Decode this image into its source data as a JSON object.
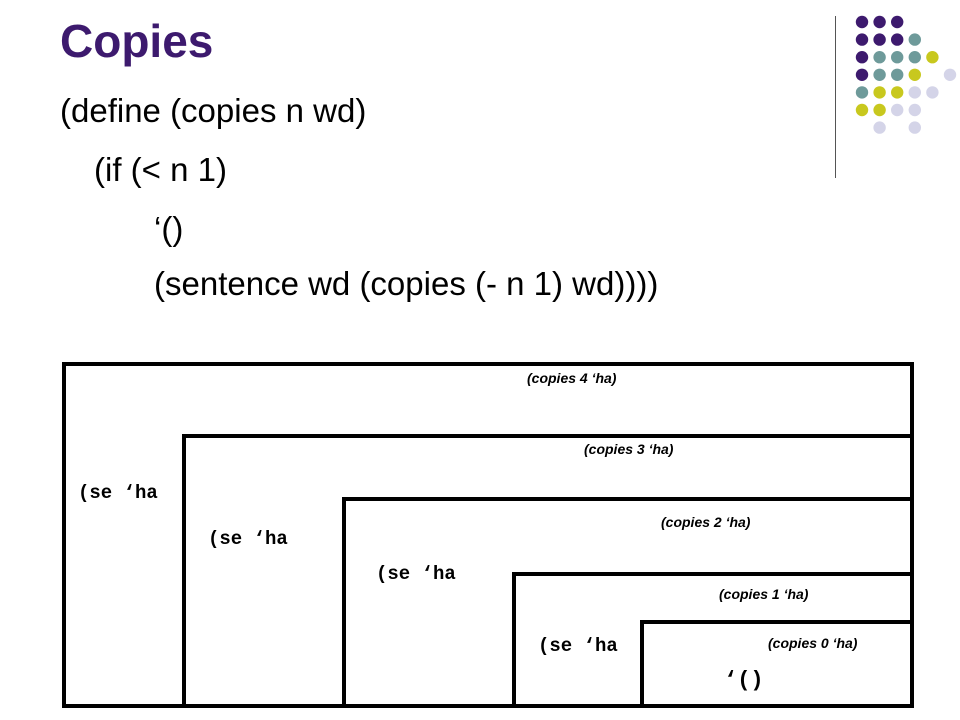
{
  "slide": {
    "title": "Copies",
    "code_lines": [
      "(define (copies n wd)",
      "(if (< n 1)",
      "‘()",
      "(sentence wd (copies (- n 1) wd))))"
    ]
  },
  "diagram": {
    "calls": [
      "(copies 4 ‘ha)",
      "(copies 3 ‘ha)",
      "(copies 2 ‘ha)",
      "(copies 1 ‘ha)",
      "(copies 0 ‘ha)"
    ],
    "se_label": "(se ‘ha",
    "base_result": "‘()"
  },
  "decoration": {
    "dot_colors": [
      "#3d1a6e",
      "#6e9a9a",
      "#c8c81e",
      "#d4d4e8"
    ],
    "dot_grid": [
      [
        0,
        0,
        0,
        -1,
        -1
      ],
      [
        0,
        0,
        0,
        1,
        -1
      ],
      [
        0,
        1,
        1,
        1,
        2
      ],
      [
        0,
        1,
        1,
        2,
        -1,
        3
      ],
      [
        1,
        2,
        2,
        3,
        3
      ],
      [
        2,
        2,
        3,
        3,
        -1
      ],
      [
        -1,
        3,
        -1,
        3,
        -1
      ]
    ]
  }
}
